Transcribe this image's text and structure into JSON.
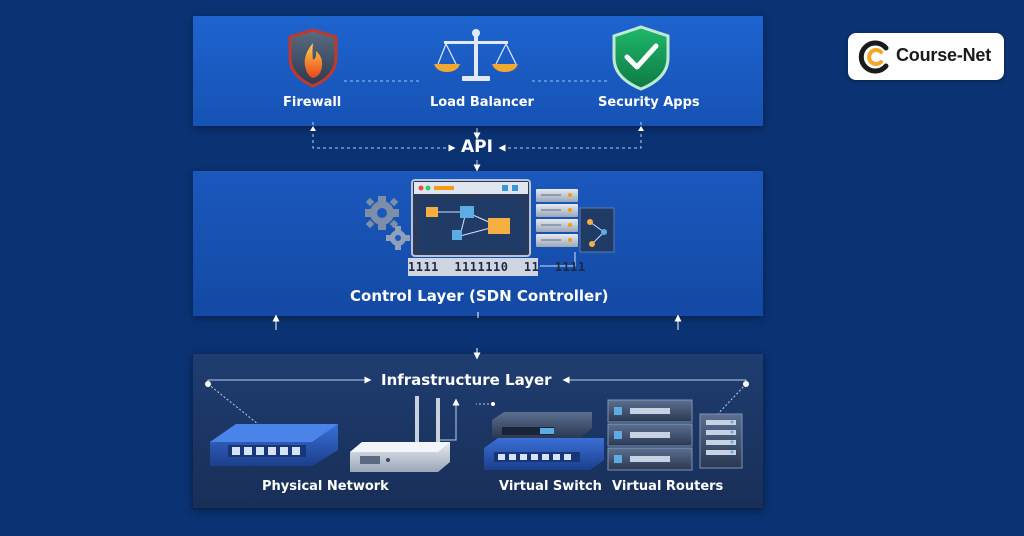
{
  "brand": {
    "logo_text": "Course-Net",
    "accent_orange": "#f5a623",
    "accent_dark": "#1a1a1a"
  },
  "application_layer": {
    "items": [
      {
        "label": "Firewall",
        "icon": "firewall-flame-shield-icon"
      },
      {
        "label": "Load Balancer",
        "icon": "balance-scale-icon"
      },
      {
        "label": "Security Apps",
        "icon": "check-shield-icon"
      }
    ]
  },
  "api": {
    "label": "API"
  },
  "control_layer": {
    "title": "Control Layer (SDN Controller)",
    "binary_text": "1111  1111110  11  1111"
  },
  "infrastructure_layer": {
    "title": "Infrastructure Layer",
    "devices": [
      {
        "label": "Physical Network",
        "icon": "network-switch-icon"
      },
      {
        "label": "Virtual Switch",
        "icon": "virtual-switch-icon"
      },
      {
        "label": "Virtual Routers",
        "icon": "server-rack-icon"
      }
    ]
  },
  "colors": {
    "background": "#0b3273",
    "app_panel": "#1e64cf",
    "control_panel": "#1b58bd",
    "infra_panel": "#1f3d70",
    "check_green": "#2ecc71",
    "flame_orange": "#f39c12",
    "scale_gold": "#f0a830"
  }
}
